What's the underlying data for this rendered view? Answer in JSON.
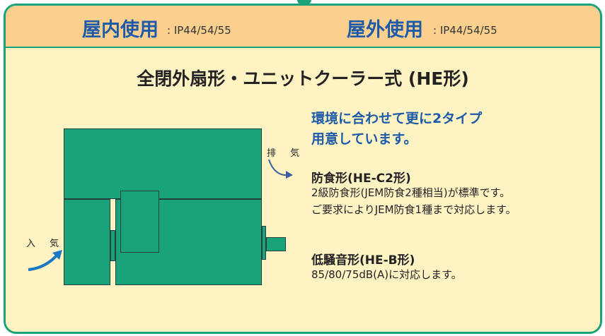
{
  "header": {
    "indoor_title": "屋内使用",
    "indoor_ip": ": IP44/54/55",
    "outdoor_title": "屋外使用",
    "outdoor_ip": ": IP44/54/55"
  },
  "title": "全閉外扇形・ユニットクーラー式 (HE形)",
  "diagram": {
    "exhaust_label": "排 気",
    "intake_label": "入 気"
  },
  "lead": {
    "line1": "環境に合わせて更に2タイプ",
    "line2": "用意しています。"
  },
  "types": [
    {
      "heading": "防食形(HE-C2形)",
      "lines": [
        "2級防食形(JEM防食2種相当)が標準です。",
        "ご要求によりJEM防食1種まで対応します。"
      ]
    },
    {
      "heading": "低騒音形(HE-B形)",
      "lines": [
        "85/80/75dB(A)に対応します。"
      ]
    }
  ],
  "colors": {
    "frame": "#1aa37a",
    "header_bg": "#fbd08e",
    "panel_bg": "#fff3c4",
    "accent_text": "#1d5aa8"
  }
}
